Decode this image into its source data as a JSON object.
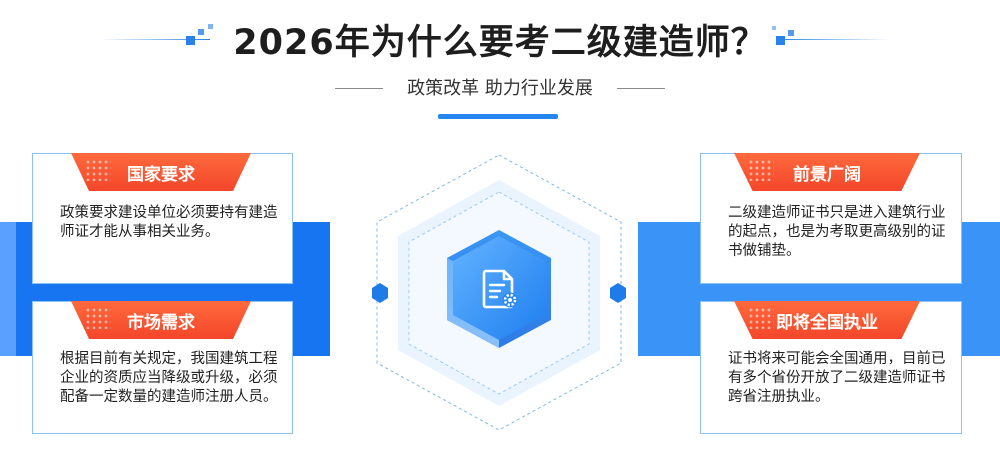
{
  "header": {
    "title": "2026年为什么要考二级建造师？",
    "subtitle": "政策改革 助力行业发展"
  },
  "colors": {
    "accent_blue": "#2486f0",
    "ribbon_red": "#f3462a",
    "card_border": "#8cc2ef"
  },
  "cards": {
    "top_left": {
      "label": "国家要求",
      "text": "政策要求建设单位必须要持有建造师证才能从事相关业务。"
    },
    "bottom_left": {
      "label": "市场需求",
      "text": "根据目前有关规定，我国建筑工程企业的资质应当降级或升级，必须配备一定数量的建造师注册人员。"
    },
    "top_right": {
      "label": "前景广阔",
      "text": "二级建造师证书只是进入建筑行业的起点，也是为考取更高级别的证书做铺垫。"
    },
    "bottom_right": {
      "label": "即将全国执业",
      "text": "证书将来可能会全国通用，目前已有多个省份开放了二级建造师证书跨省注册执业。"
    }
  },
  "center": {
    "icon": "document-gear-icon"
  }
}
